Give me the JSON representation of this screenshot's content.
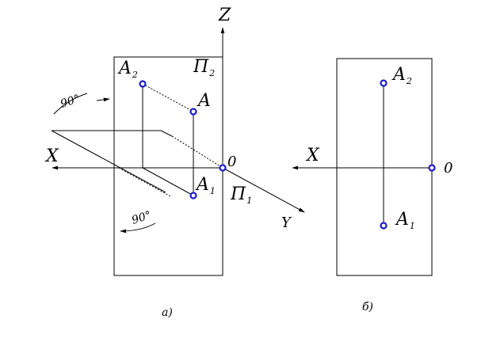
{
  "figure_a": {
    "axis_z": "Z",
    "axis_x": "X",
    "axis_y": "Y",
    "origin": "0",
    "plane_v": {
      "main": "П",
      "sub": "2"
    },
    "plane_h": {
      "main": "П",
      "sub": "1"
    },
    "point_a2": {
      "main": "A",
      "sub": "2"
    },
    "point_a": "A",
    "point_a1": {
      "main": "A",
      "sub": "1"
    },
    "angle_top": "90°",
    "angle_bottom": "90°",
    "caption": "а)"
  },
  "figure_b": {
    "axis_x": "X",
    "origin": "0",
    "point_a2": {
      "main": "A",
      "sub": "2"
    },
    "point_a1": {
      "main": "A",
      "sub": "1"
    },
    "caption": "б)"
  },
  "colors": {
    "point": "#1a1acc",
    "line": "#000000"
  }
}
